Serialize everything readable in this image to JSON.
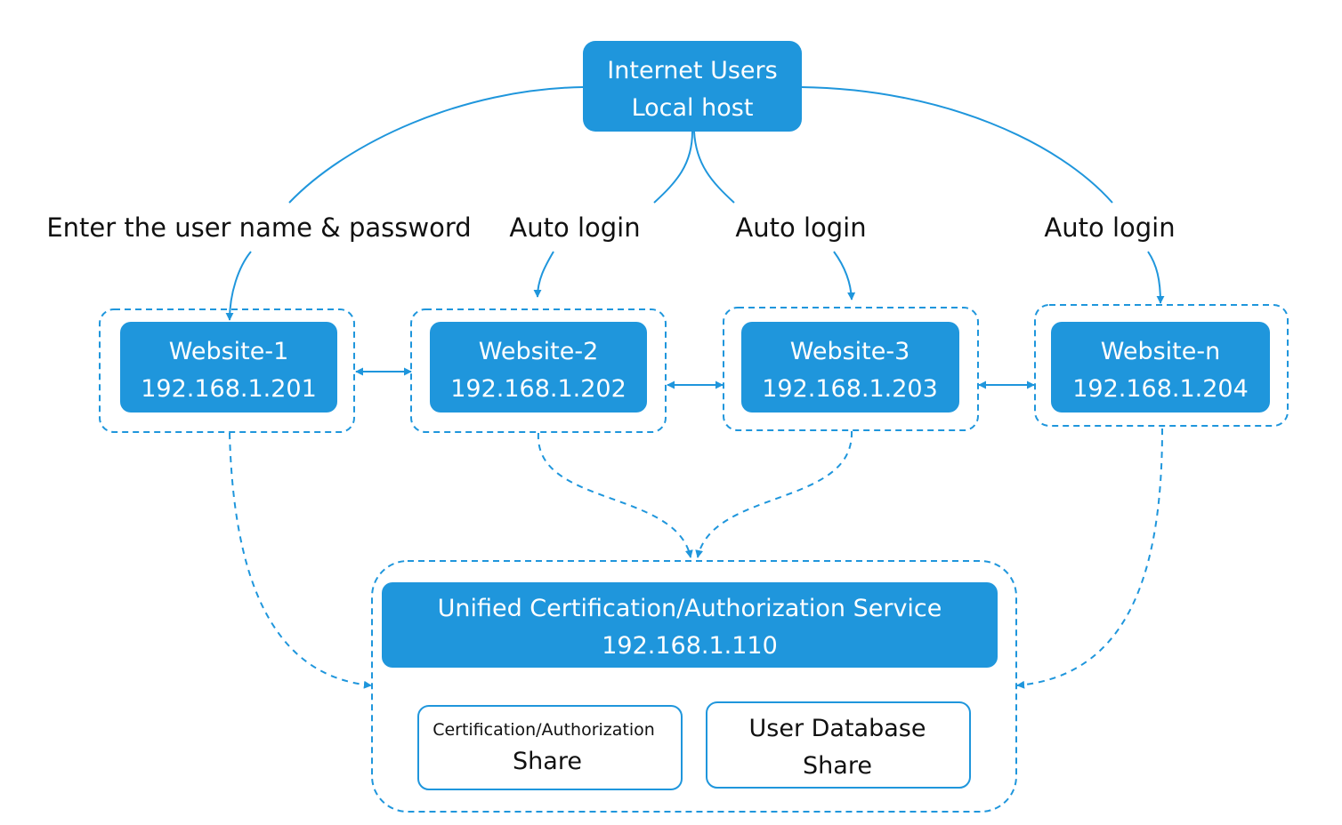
{
  "colors": {
    "primary": "#1f96dc",
    "text": "#111111",
    "background": "#ffffff"
  },
  "top_node": {
    "line1": "Internet Users",
    "line2": "Local host"
  },
  "edge_labels": {
    "manual": "Enter the user name & password",
    "auto_1": "Auto login",
    "auto_2": "Auto login",
    "auto_3": "Auto login"
  },
  "websites": [
    {
      "name": "Website-1",
      "ip": "192.168.1.201"
    },
    {
      "name": "Website-2",
      "ip": "192.168.1.202"
    },
    {
      "name": "Website-3",
      "ip": "192.168.1.203"
    },
    {
      "name": "Website-n",
      "ip": "192.168.1.204"
    }
  ],
  "service": {
    "line1": "Unified Certification/Authorization Service",
    "line2": "192.168.1.110"
  },
  "shares": [
    {
      "line1": "Certification/Authorization",
      "line2": "Share"
    },
    {
      "line1": "User Database",
      "line2": "Share"
    }
  ]
}
